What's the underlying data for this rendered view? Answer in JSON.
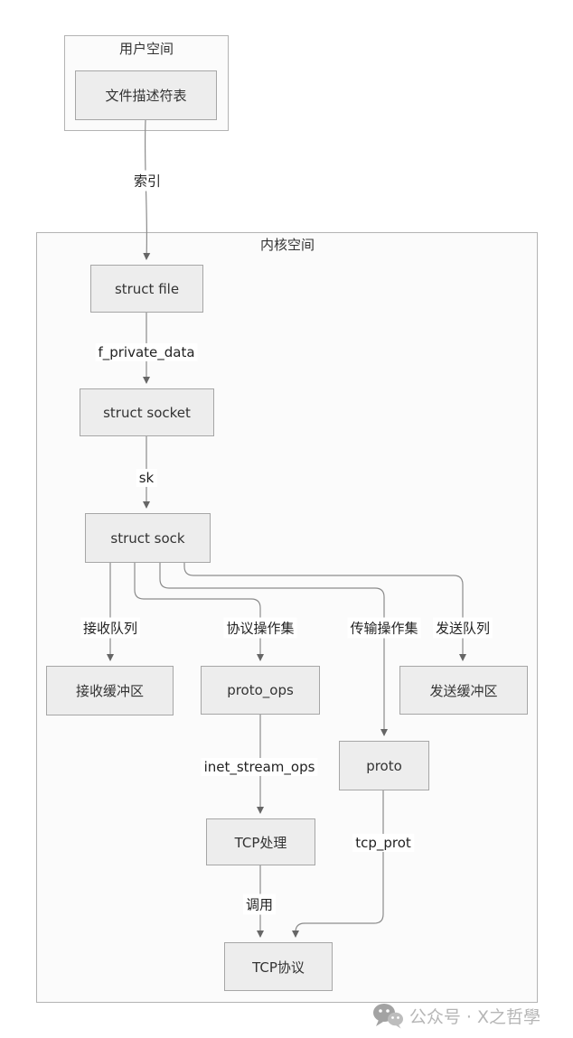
{
  "diagram": {
    "user_space_label": "用户空间",
    "kernel_space_label": "内核空间",
    "nodes": {
      "fd_table": "文件描述符表",
      "struct_file": "struct file",
      "struct_socket": "struct socket",
      "struct_sock": "struct sock",
      "recv_buffer": "接收缓冲区",
      "proto_ops": "proto_ops",
      "send_buffer": "发送缓冲区",
      "proto": "proto",
      "tcp_handler": "TCP处理",
      "tcp_protocol": "TCP协议"
    },
    "edges": {
      "index": "索引",
      "f_private_data": "f_private_data",
      "sk": "sk",
      "recv_queue": "接收队列",
      "protocol_ops_set": "协议操作集",
      "transport_ops_set": "传输操作集",
      "send_queue": "发送队列",
      "inet_stream_ops": "inet_stream_ops",
      "tcp_prot": "tcp_prot",
      "call": "调用"
    },
    "colors": {
      "node_fill": "#ededed",
      "node_border": "#a6a6a6",
      "container_fill": "#fbfbfb",
      "container_border": "#b3b3b3",
      "line": "#8c8c8c",
      "arrowhead": "#666666",
      "text": "#333333",
      "watermark": "#b6b6b6"
    }
  },
  "watermark": {
    "text": "公众号 · X之哲學",
    "icon": "wechat-icon"
  }
}
